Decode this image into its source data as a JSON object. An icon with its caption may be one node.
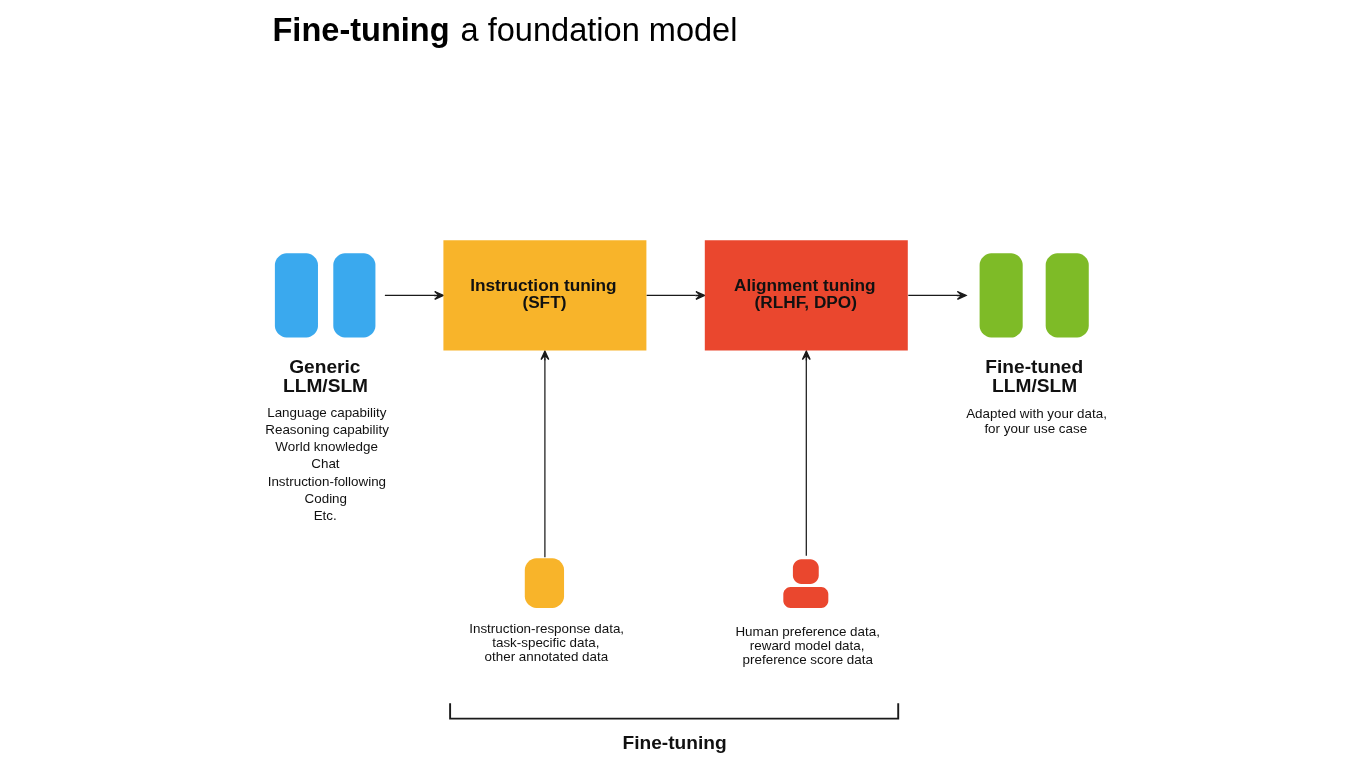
{
  "diagram": {
    "title": "**Fine-tuning** a foundation model",
    "nodes": [
      {
        "text": [
          "Generic LLM/SLM",
          "Language capability",
          "Reasoning capability",
          "World knowledge",
          "Chat",
          "Instruction-following",
          "Coding",
          "Etc."
        ]
      },
      {
        "text": [
          "Instruction tuning (SFT)"
        ]
      },
      {
        "text": [
          "Alignment tuning (RLHF, DPO)"
        ]
      },
      {
        "text": [
          "Fine-tuned LLM/SLM",
          "Adapted with your data, for your use case"
        ]
      },
      {
        "text": [
          "Instruction-response data, task-specific data, other annotated data"
        ]
      },
      {
        "text": [
          "Human preference data, reward model data, preference score data"
        ]
      }
    ],
    "edges": [
      {
        "from": 0,
        "to": 1,
        "arrow": "to"
      },
      {
        "from": 1,
        "to": 2,
        "arrow": "to"
      },
      {
        "from": 2,
        "to": 3,
        "arrow": "to"
      },
      {
        "from": 4,
        "to": 1,
        "arrow": "to"
      },
      {
        "from": 5,
        "to": 2,
        "arrow": "to"
      }
    ],
    "labels": [
      "Fine-tuning"
    ]
  }
}
